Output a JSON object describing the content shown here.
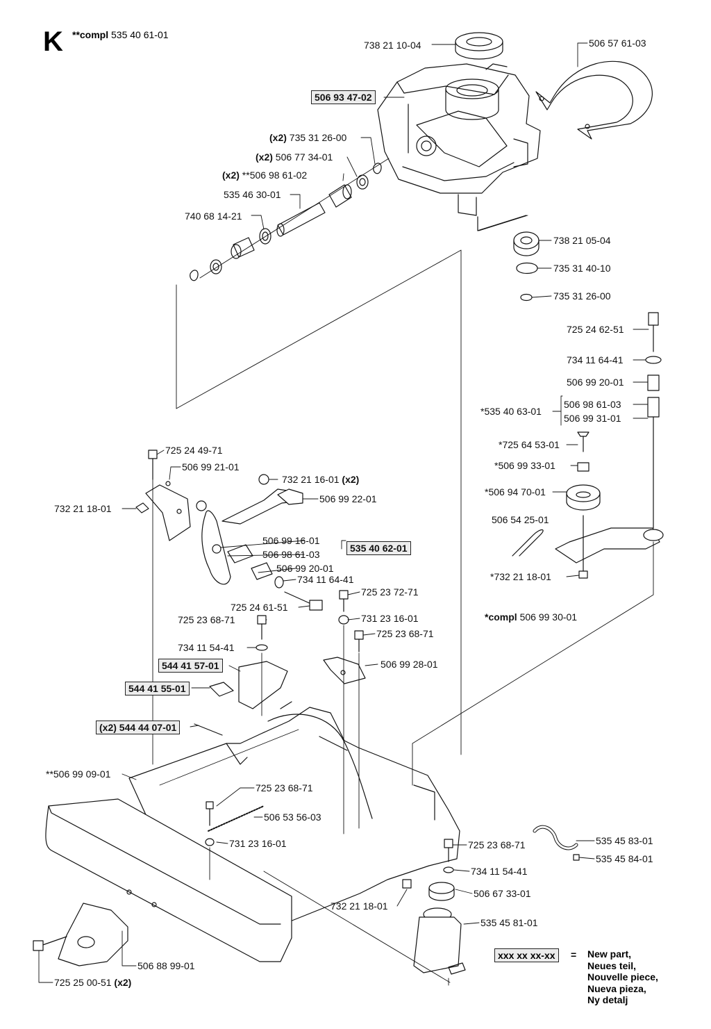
{
  "section": {
    "letter": "K",
    "compl_prefix": "**compl",
    "compl_number": "535 40 61-01"
  },
  "parts": {
    "p_738211004": "738 21 10-04",
    "p_506576103": "506 57 61-03",
    "p_506934702": "506 93 47-02",
    "p_735312600_x2": {
      "qty": "(x2)",
      "num": "735 31 26-00"
    },
    "p_506773401_x2": {
      "qty": "(x2)",
      "num": "506 77 34-01"
    },
    "p_506986102_x2": {
      "qty": "(x2)",
      "num": "**506 98 61-02"
    },
    "p_535463001": "535 46 30-01",
    "p_740681421": "740 68 14-21",
    "p_738210504": "738 21 05-04",
    "p_735314010": "735 31 40-10",
    "p_735312600": "735 31 26-00",
    "p_725246251": "725 24 62-51",
    "p_734116441_r": "734 11 64-41",
    "p_506992001_r": "506 99 20-01",
    "p_535406301": "*535 40 63-01",
    "p_506986103_r": "506 98 61-03",
    "p_506993101": "506 99 31-01",
    "p_725645301": "*725 64 53-01",
    "p_506993301": "*506 99 33-01",
    "p_506947001": "*506 94 70-01",
    "p_506542501": "506 54 25-01",
    "p_732211801_s": "*732 21 18-01",
    "compl_right": {
      "prefix": "*compl",
      "num": "506 99 30-01"
    },
    "p_725244971": "725 24 49-71",
    "p_506992101": "506 99 21-01",
    "p_732211601_x2": {
      "num": "732 21 16-01",
      "qty": "(x2)"
    },
    "p_506992201": "506 99 22-01",
    "p_732211801_l": "732 21 18-01",
    "p_506991601": "506 99 16-01",
    "p_506986103_m": "506 98 61-03",
    "p_535406201": "535 40 62-01",
    "p_506992001_m": "506 99 20-01",
    "p_734116441_m": "734 11 64-41",
    "p_725237271": "725 23 72-71",
    "p_725246151": "725 24 61-51",
    "p_725236871_a": "725 23 68-71",
    "p_731231601_a": "731 23 16-01",
    "p_725236871_b": "725 23 68-71",
    "p_734115441_a": "734 11 54-41",
    "p_544415701": "544 41 57-01",
    "p_506992801": "506 99 28-01",
    "p_544415501": "544 41 55-01",
    "p_544440701": "(x2) 544 44 07-01",
    "p_506990901": "**506 99 09-01",
    "p_725236871_c": "725 23 68-71",
    "p_506535603": "506 53 56-03",
    "p_731231601_b": "731 23 16-01",
    "p_535458301": "535 45 83-01",
    "p_535458401": "535 45 84-01",
    "p_725236871_d": "725 23 68-71",
    "p_734115441_b": "734 11 54-41",
    "p_506673301": "506 67 33-01",
    "p_732211801_b": "732 21 18-01",
    "p_535458101": "535 45 81-01",
    "p_506889901": "506 88 99-01",
    "p_725250051": {
      "num": "725 25 00-51",
      "qty": "(x2)"
    }
  },
  "legend": {
    "box": "xxx xx xx-xx",
    "eq": "=",
    "lines": [
      "New part,",
      "Neues teil,",
      "Nouvelle piece,",
      "Nueva pieza,",
      "Ny detalj"
    ]
  }
}
